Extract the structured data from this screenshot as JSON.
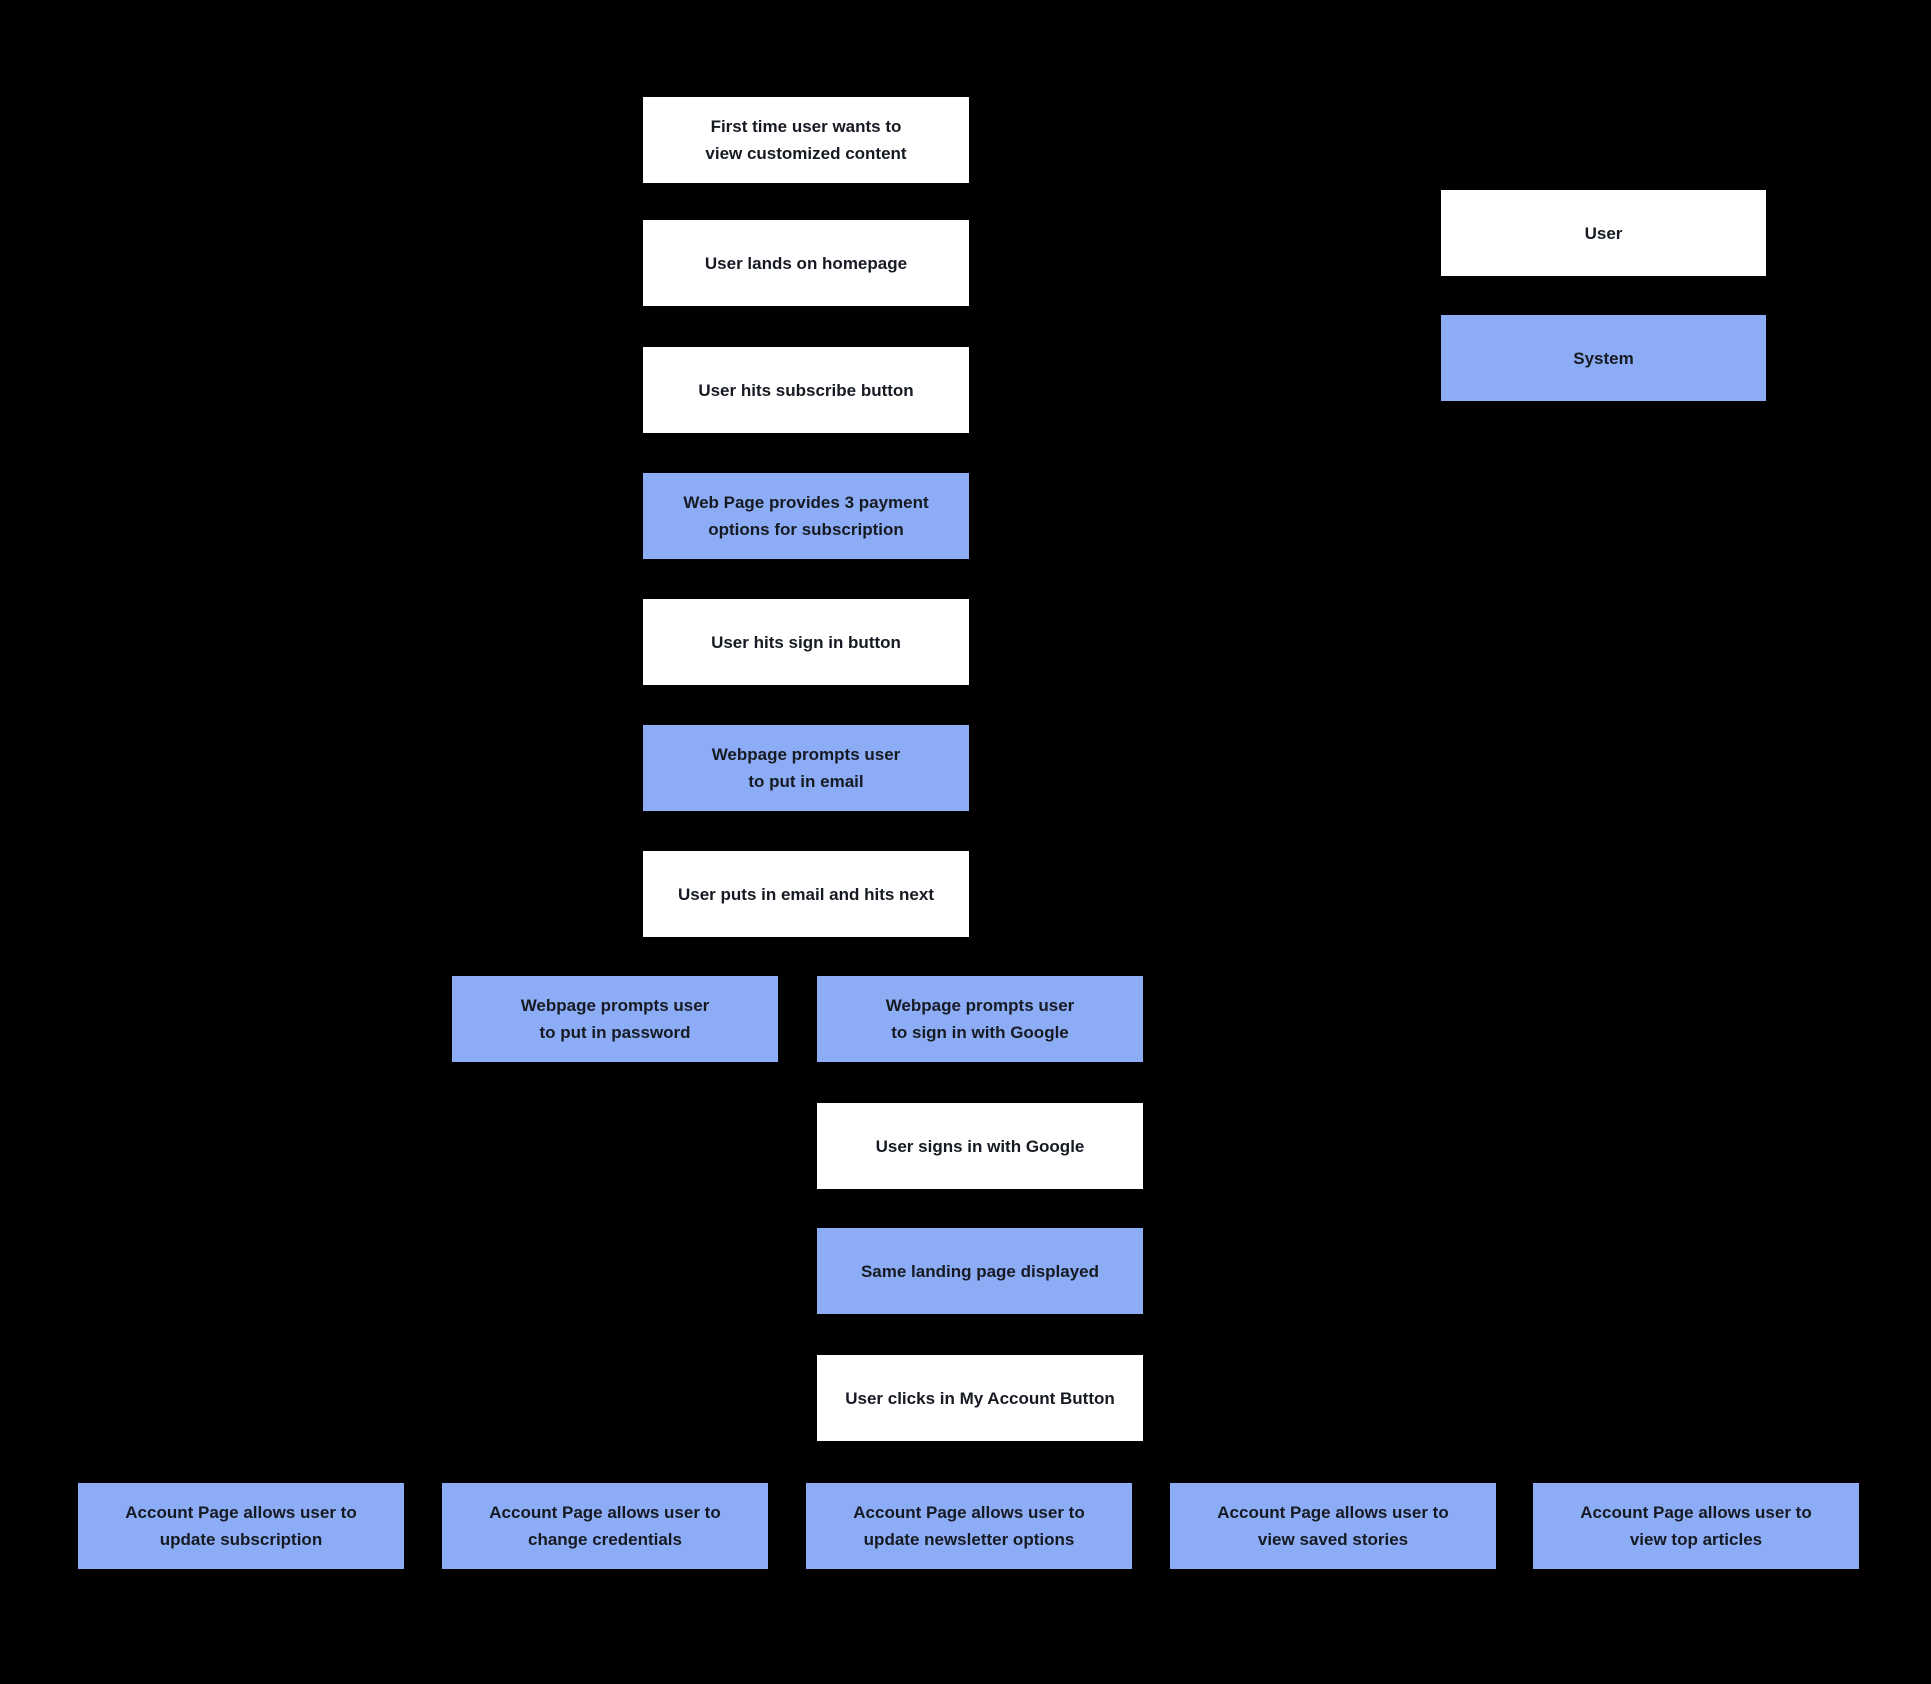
{
  "colors": {
    "background": "#000000",
    "user_box": "#FFFFFF",
    "system_box": "#8DACF6",
    "text": "#161A22"
  },
  "legend": {
    "user": {
      "label": "User"
    },
    "system": {
      "label": "System"
    }
  },
  "flow": {
    "main": [
      {
        "label": "First time user wants to\nview customized content",
        "actor": "user"
      },
      {
        "label": "User lands on homepage",
        "actor": "user"
      },
      {
        "label": "User hits subscribe button",
        "actor": "user"
      },
      {
        "label": "Web Page provides 3 payment\noptions for subscription",
        "actor": "system"
      },
      {
        "label": "User hits sign in button",
        "actor": "user"
      },
      {
        "label": "Webpage prompts user\nto put in email",
        "actor": "system"
      },
      {
        "label": "User puts in email and hits next",
        "actor": "user"
      }
    ],
    "branches": [
      {
        "label": "Webpage prompts user\nto put in password",
        "actor": "system"
      },
      {
        "label": "Webpage prompts user\nto sign in with Google",
        "actor": "system"
      }
    ],
    "google_path": [
      {
        "label": "User signs in with Google",
        "actor": "user"
      },
      {
        "label": "Same landing page displayed",
        "actor": "system"
      },
      {
        "label": "User clicks in My Account Button",
        "actor": "user"
      }
    ],
    "account_features": [
      {
        "label": "Account Page allows user to\nupdate subscription",
        "actor": "system"
      },
      {
        "label": "Account Page allows user to\nchange credentials",
        "actor": "system"
      },
      {
        "label": "Account Page allows user to\nupdate newsletter options",
        "actor": "system"
      },
      {
        "label": "Account Page allows user to\nview saved stories",
        "actor": "system"
      },
      {
        "label": "Account Page allows user to\nview top articles",
        "actor": "system"
      }
    ]
  }
}
